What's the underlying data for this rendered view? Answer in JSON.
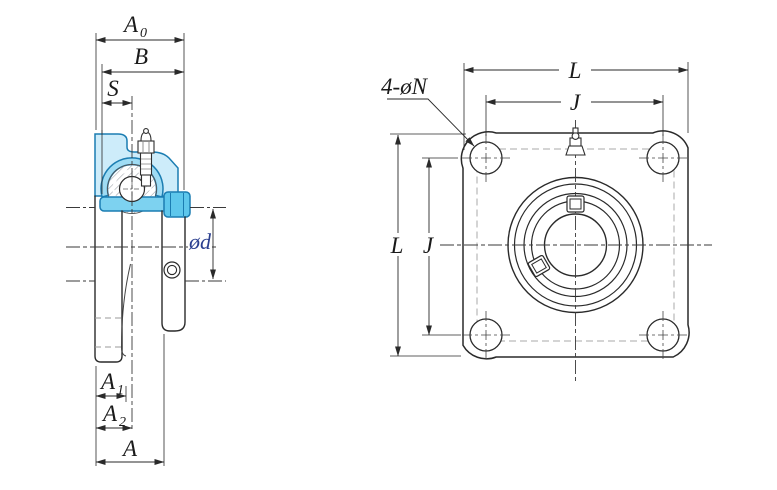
{
  "left_view": {
    "dim_a0_main": "A",
    "dim_a0_sub": "0",
    "dim_b": "B",
    "dim_s": "S",
    "dim_od": "ød",
    "dim_a1_main": "A",
    "dim_a1_sub": "1",
    "dim_a2_main": "A",
    "dim_a2_sub": "2",
    "dim_a": "A"
  },
  "right_view": {
    "dim_l_top": "L",
    "dim_j_top": "J",
    "dim_l_left": "L",
    "dim_j_left": "J",
    "bolt_note": "4-øN"
  },
  "colors": {
    "housing_fill": "#cdecfa",
    "seat_fill": "#9fdcf4",
    "band_fill": "#7dd2f0",
    "collar_fill": "#5ec7ec",
    "outline_blue": "#1b7db2",
    "line": "#2a2a2a",
    "od_label": "#2b3f8f",
    "hatch": "#9aa0a6"
  }
}
